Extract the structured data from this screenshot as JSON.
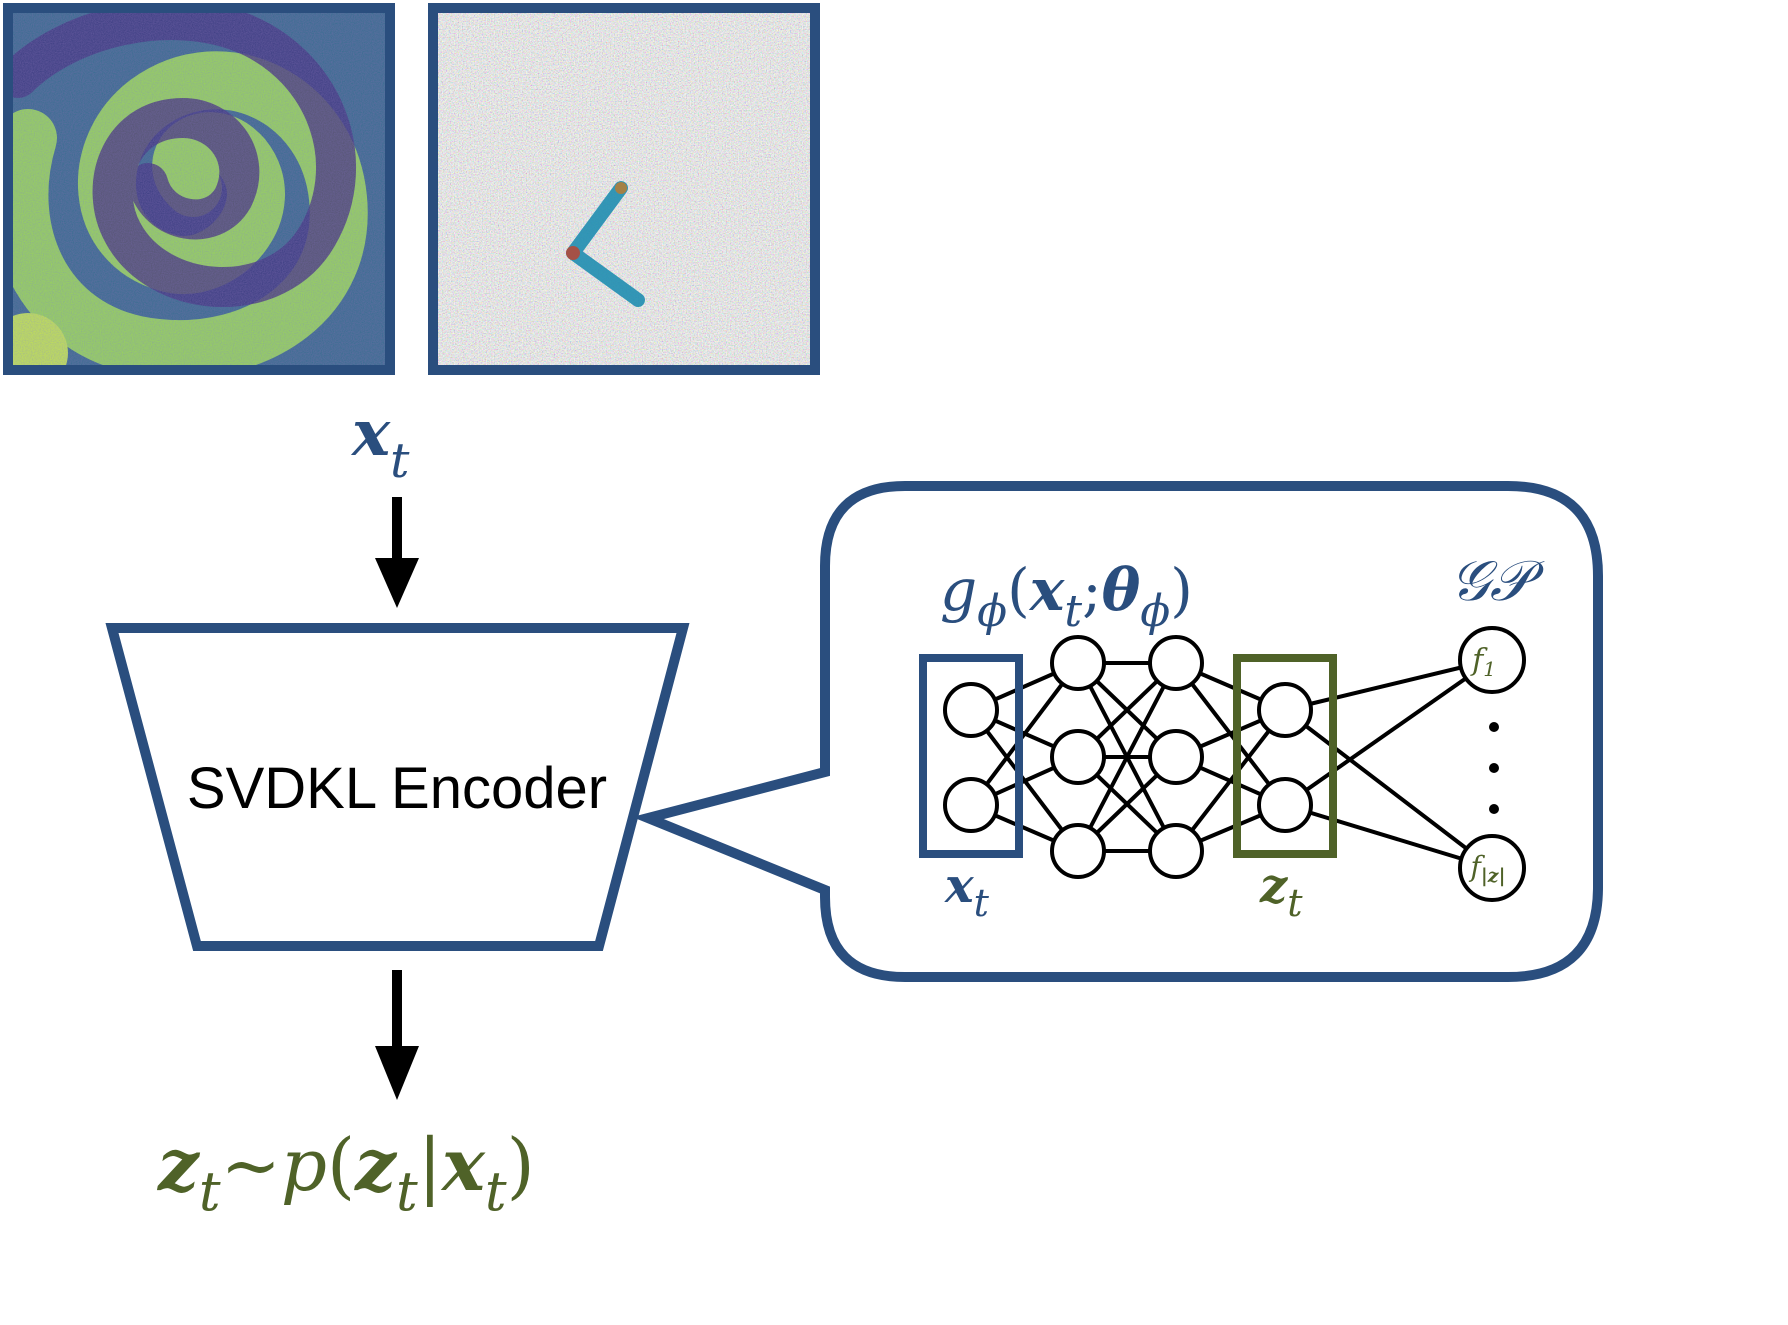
{
  "colors": {
    "blue": "#2a4e7e",
    "green": "#4f6228",
    "black": "#000000",
    "spiral_dark": "#39287a",
    "spiral_mid": "#2e6f8e",
    "spiral_light": "#9bd94a",
    "spiral_bright": "#c6e83c"
  },
  "input_label": {
    "base": "x",
    "sub": "t"
  },
  "encoder": {
    "label": "SVDKL Encoder"
  },
  "output": {
    "z": "z",
    "z_sub": "t",
    "tilde": "~",
    "p": "p",
    "lparen": "(",
    "z2": "z",
    "z2_sub": "t",
    "bar": "|",
    "x": "x",
    "x_sub": "t",
    "rparen": ")"
  },
  "callout": {
    "g_label": {
      "g": "g",
      "g_sub": "ϕ",
      "lparen": "(",
      "x": "x",
      "x_sub": "t",
      "semi": ";",
      "theta": "θ",
      "theta_sub": "ϕ",
      "rparen": ")"
    },
    "gp_label": "𝒢𝒫",
    "x_input": {
      "base": "x",
      "sub": "t"
    },
    "z_output": {
      "base": "z",
      "sub": "t"
    },
    "gp_nodes": [
      {
        "f": "f",
        "sub": "1"
      },
      {
        "f": "f",
        "sub": "|z|"
      }
    ],
    "ellipsis_count": 3
  }
}
